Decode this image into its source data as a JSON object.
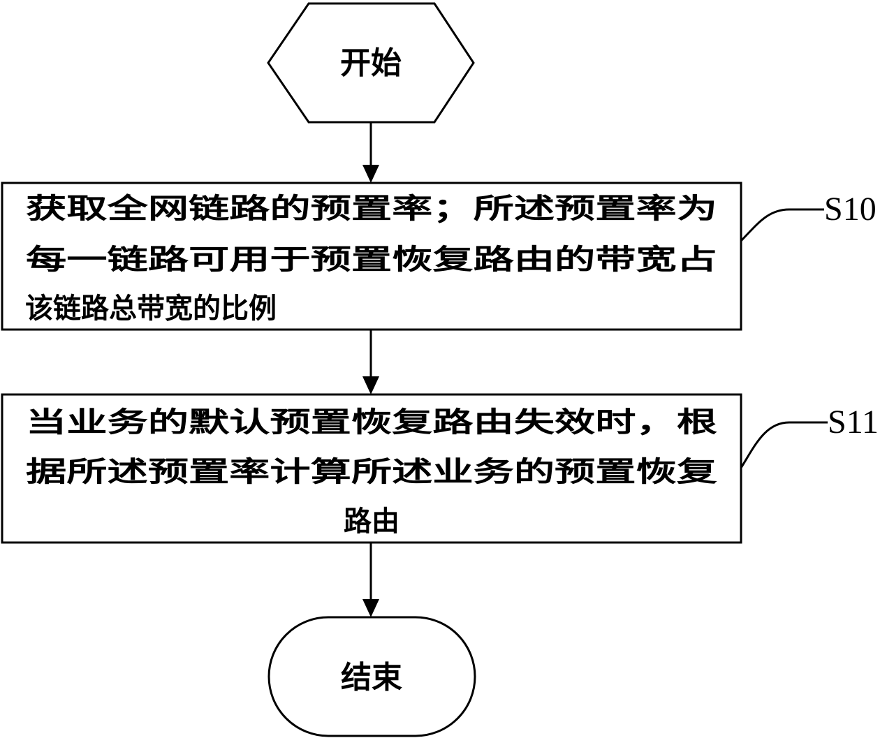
{
  "flowchart": {
    "start": {
      "label": "开始",
      "shape": "hexagon"
    },
    "steps": [
      {
        "id": "S10",
        "lines": [
          "获取全网链路的预置率；所述预置率为",
          "每一链路可用于预置恢复路由的带宽占",
          "该链路总带宽的比例"
        ]
      },
      {
        "id": "S11",
        "lines": [
          "当业务的默认预置恢复路由失效时，根",
          "据所述预置率计算所述业务的预置恢复",
          "路由"
        ]
      }
    ],
    "end": {
      "label": "结束",
      "shape": "rounded-oval"
    },
    "edges": [
      {
        "from": "start",
        "to": "S10"
      },
      {
        "from": "S10",
        "to": "S11"
      },
      {
        "from": "S11",
        "to": "end"
      }
    ]
  }
}
